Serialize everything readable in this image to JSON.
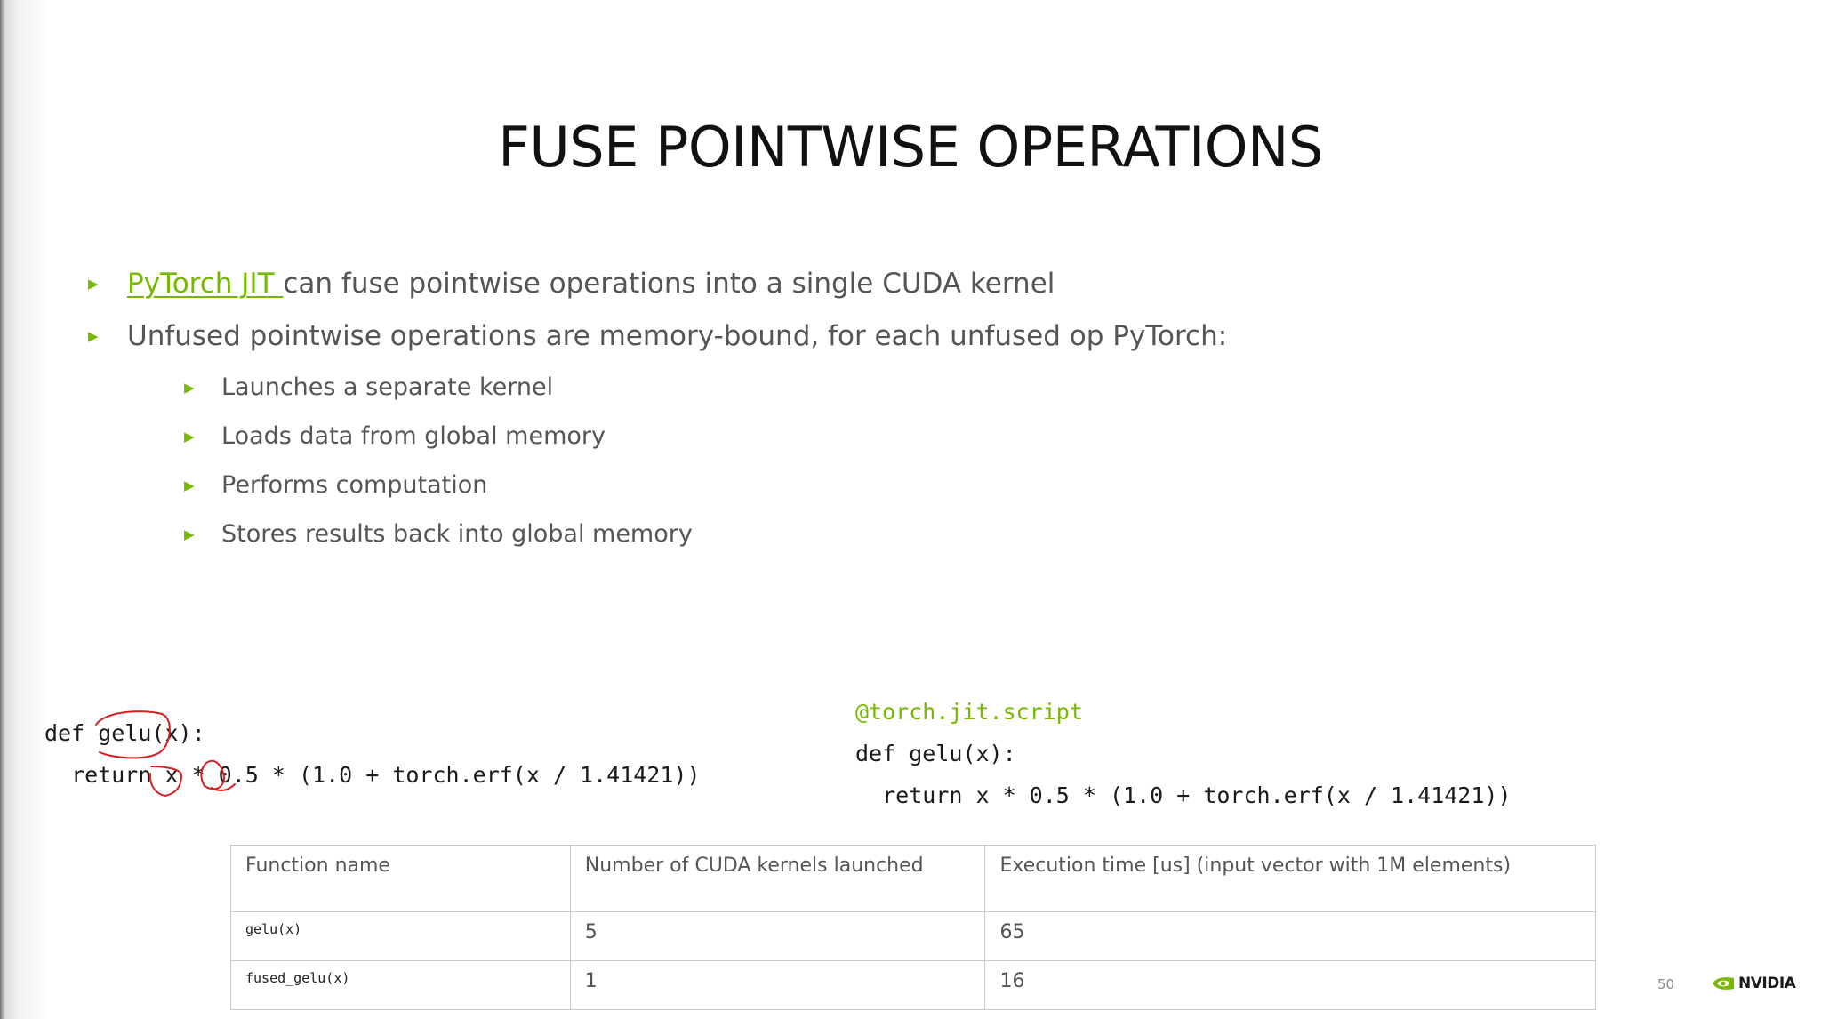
{
  "title": "FUSE POINTWISE OPERATIONS",
  "bullets": [
    {
      "link_text": "PyTorch JIT ",
      "text": "can fuse pointwise operations into a single CUDA kernel"
    },
    {
      "text": "Unfused pointwise operations are memory-bound, for each unfused op PyTorch:"
    }
  ],
  "sub_bullets": [
    "Launches a separate kernel",
    "Loads data from global memory",
    "Performs computation",
    "Stores results back into global memory"
  ],
  "code_left": {
    "line1": "def gelu(x):",
    "line2": "  return x * 0.5 * (1.0 + torch.erf(x / 1.41421))"
  },
  "code_right": {
    "decorator": "@torch.jit.script",
    "line1": "def gelu(x):",
    "line2": "  return x * 0.5 * (1.0 + torch.erf(x / 1.41421))"
  },
  "table": {
    "headers": [
      "Function name",
      "Number of CUDA kernels launched",
      "Execution time [us] (input vector with 1M elements)"
    ],
    "rows": [
      [
        "gelu(x)",
        "5",
        "65"
      ],
      [
        "fused_gelu(x)",
        "1",
        "16"
      ]
    ]
  },
  "page_number": "50",
  "logo_text": "NVIDIA",
  "colors": {
    "accent": "#76b900",
    "body_text": "#555555",
    "annotation": "#d42020"
  }
}
